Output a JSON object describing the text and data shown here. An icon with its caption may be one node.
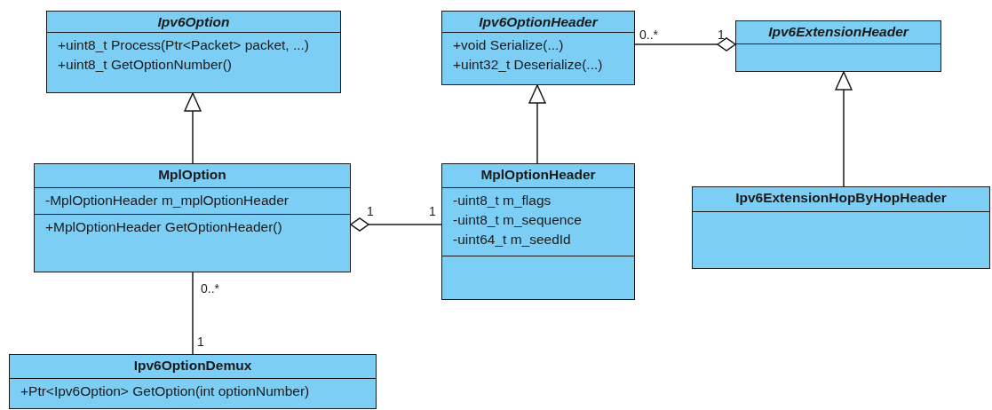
{
  "diagram": {
    "nodes": [
      {
        "text": [
          "Ipv6Option",
          "+uint8_t Process(Ptr<Packet> packet, ...)",
          "+uint8_t GetOptionNumber()"
        ]
      },
      {
        "text": [
          "Ipv6OptionHeader",
          "+void Serialize(...)",
          "+uint32_t Deserialize(...)"
        ]
      },
      {
        "text": [
          "Ipv6ExtensionHeader"
        ]
      },
      {
        "text": [
          "MplOption",
          "-MplOptionHeader m_mplOptionHeader",
          "+MplOptionHeader GetOptionHeader()"
        ]
      },
      {
        "text": [
          "MplOptionHeader",
          "-uint8_t m_flags",
          "-uint8_t m_sequence",
          "-uint64_t m_seedId"
        ]
      },
      {
        "text": [
          "Ipv6ExtensionHopByHopHeader"
        ]
      },
      {
        "text": [
          "Ipv6OptionDemux",
          "+Ptr<Ipv6Option> GetOption(int optionNumber)"
        ]
      }
    ],
    "edges": [
      {
        "from": 3,
        "to": 0,
        "arrow": "to"
      },
      {
        "from": 4,
        "to": 1,
        "arrow": "to"
      },
      {
        "from": 5,
        "to": 2,
        "arrow": "to"
      },
      {
        "from": 1,
        "to": 2,
        "arrow": "other"
      },
      {
        "from": 4,
        "to": 3,
        "arrow": "other"
      },
      {
        "from": 3,
        "to": 6,
        "arrow": "none"
      }
    ],
    "labels": [
      "0..*",
      "1",
      "1",
      "1",
      "0..*",
      "1"
    ]
  }
}
